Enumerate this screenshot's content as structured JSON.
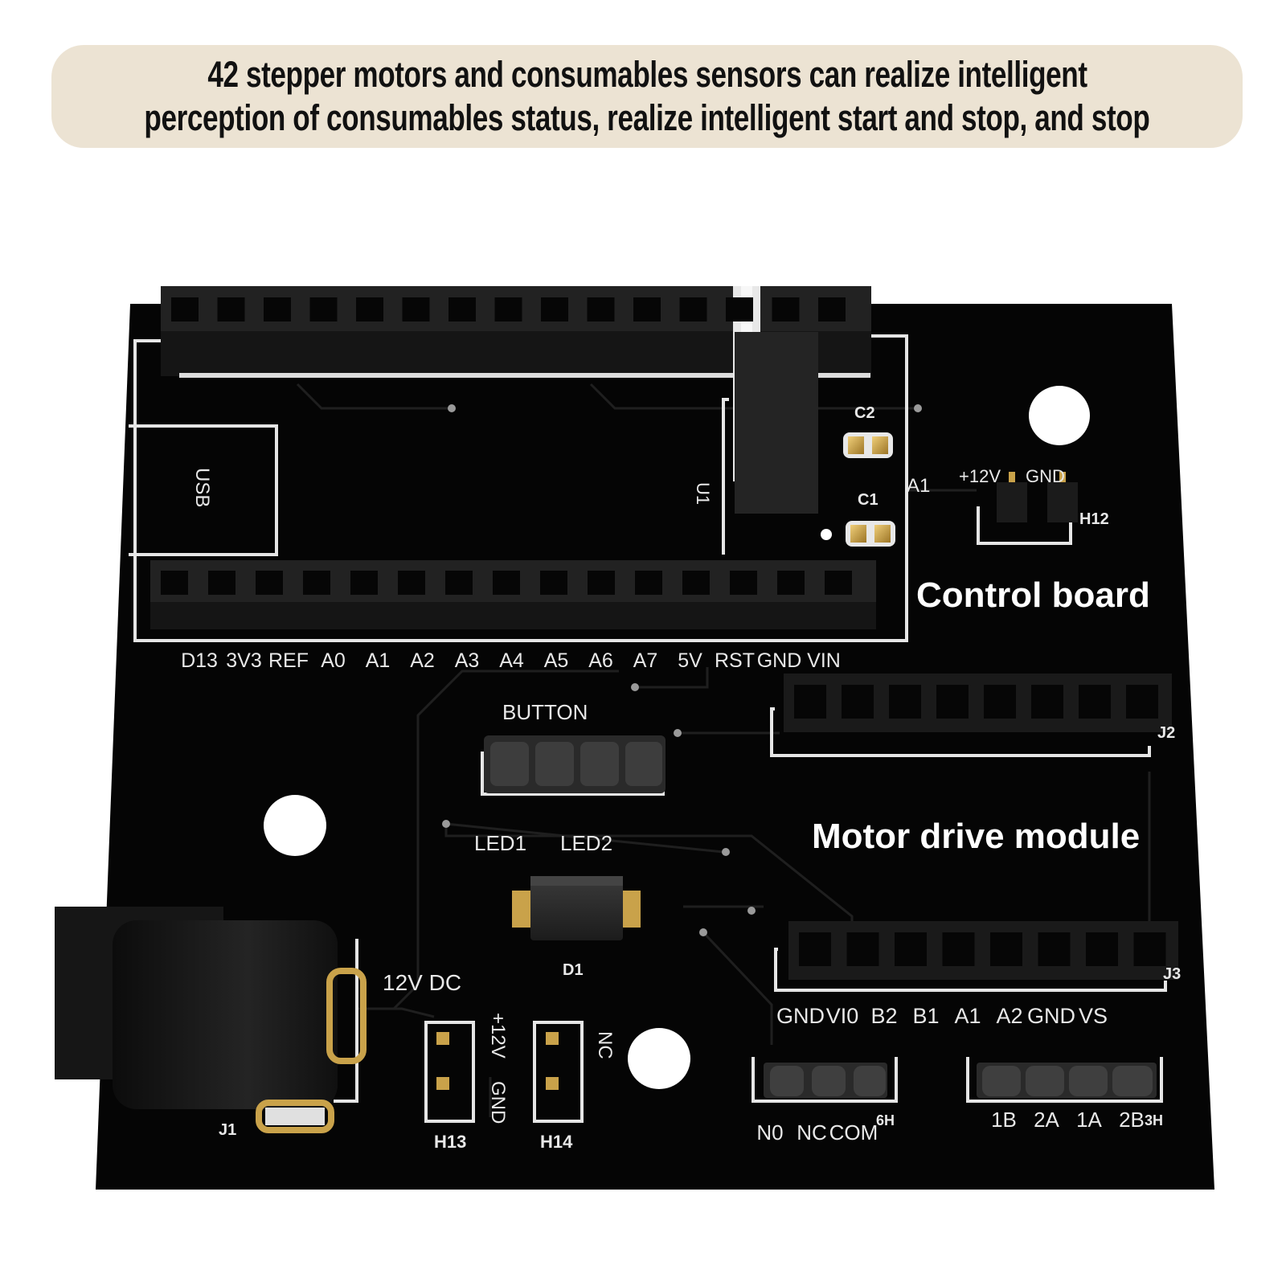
{
  "caption": {
    "line1": "42 stepper motors and consumables sensors can realize intelligent",
    "line2": "perception of consumables status, realize intelligent start and stop, and stop"
  },
  "board": {
    "section_control": "Control board",
    "section_motor": "Motor drive module",
    "usb": "USB",
    "u1": "U1",
    "c1": "C1",
    "c2": "C2",
    "a1": "A1",
    "h12_pin1": "+12V",
    "h12_pin2": "GND",
    "h12": "H12",
    "top_pins": [
      "D13",
      "3V3",
      "REF",
      "A0",
      "A1",
      "A2",
      "A3",
      "A4",
      "A5",
      "A6",
      "A7",
      "5V",
      "RST",
      "GND",
      "VIN"
    ],
    "j2": "J2",
    "button": "BUTTON",
    "led1": "LED1",
    "led2": "LED2",
    "d1": "D1",
    "j3": "J3",
    "motor_pins": [
      "GND",
      "VI0",
      "B2",
      "B1",
      "A1",
      "A2",
      "GND",
      "VS"
    ],
    "dc_label": "12V DC",
    "j1": "J1",
    "h13_label1": "+12V",
    "h13_label2": "GND",
    "h13": "H13",
    "h14_label": "NC",
    "h14": "H14",
    "relay_pins": [
      "N0",
      "NC",
      "COM"
    ],
    "relay_header": "6H",
    "motor_out_pins": [
      "1B",
      "2A",
      "1A",
      "2B"
    ],
    "motor_out_header": "3H"
  },
  "colors": {
    "banner": "#ece3d3",
    "pcb": "#050505",
    "silkscreen": "#e8e8e8",
    "pads": "#c9a24a"
  }
}
